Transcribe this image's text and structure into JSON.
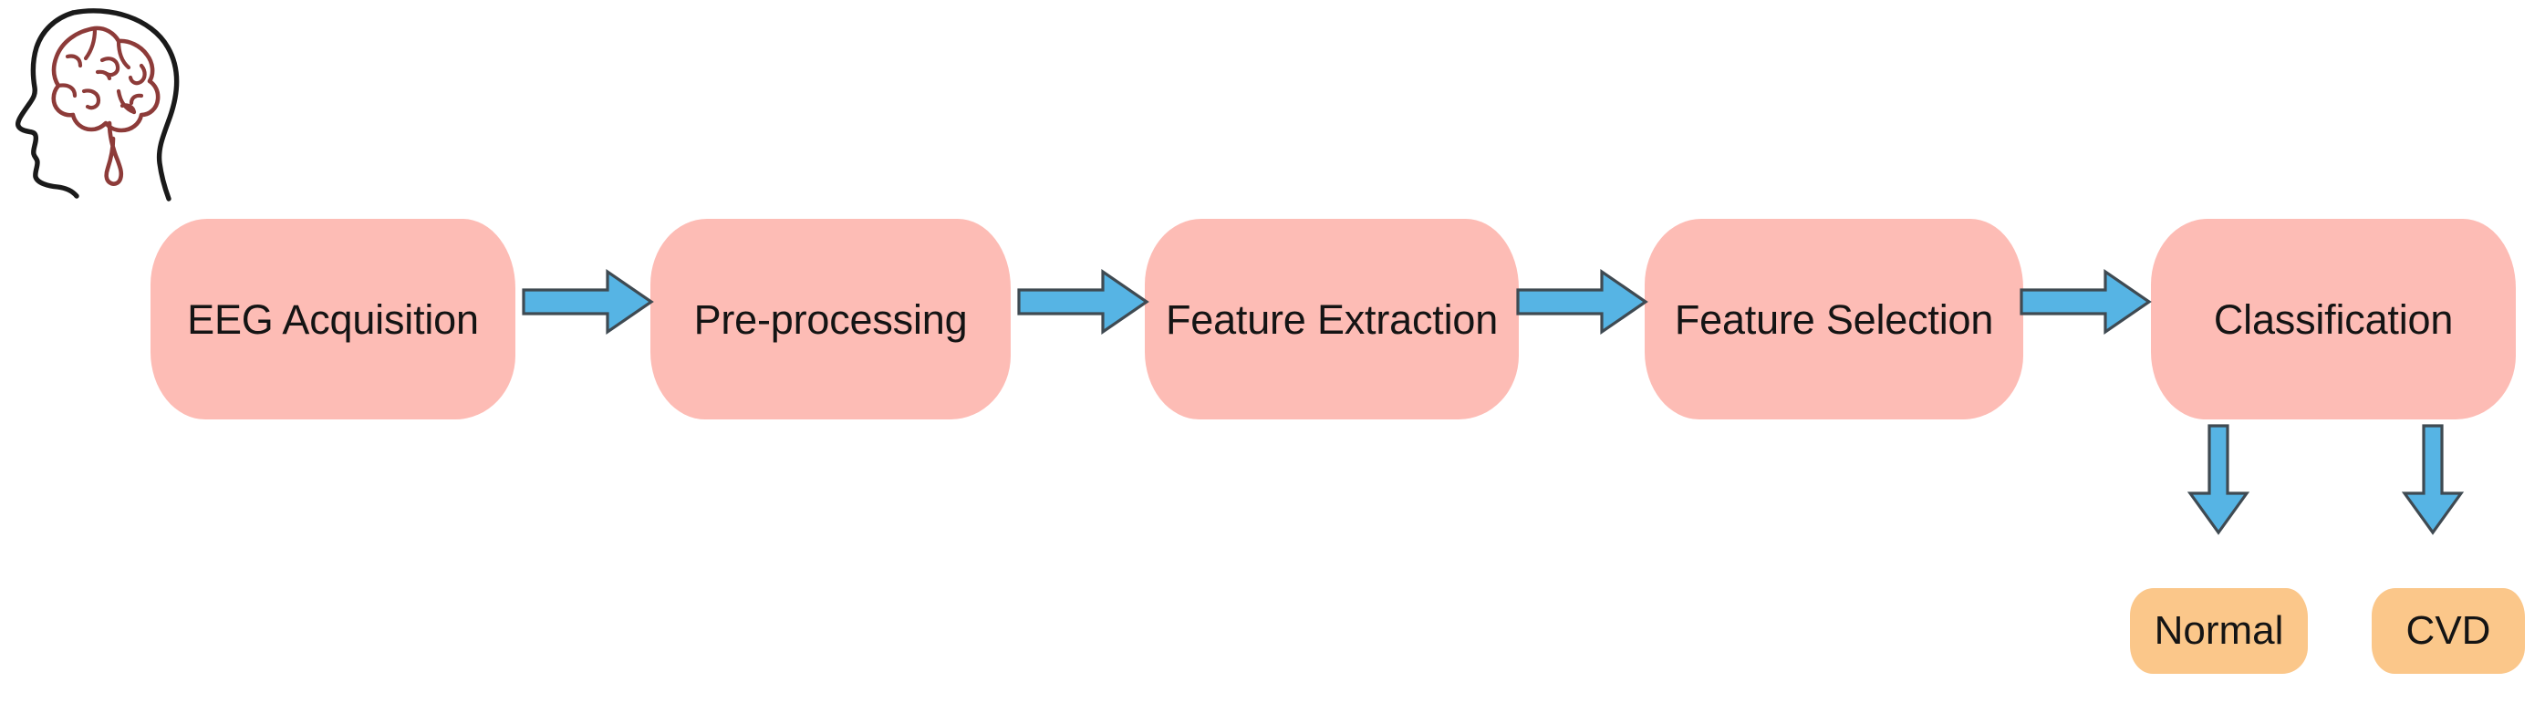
{
  "figure": {
    "type": "flowchart",
    "orientation": "left-to-right pipeline with two terminal branches",
    "background_color": "#ffffff"
  },
  "icon": {
    "name": "head-brain-icon",
    "description": "hand drawn left facing human head profile with brain",
    "head_outline_color": "#1a1a1a",
    "brain_color": "#8d3b39"
  },
  "colors": {
    "stage_fill": "#fdbcb5",
    "outcome_fill": "#fbc78a",
    "arrow_fill": "#56b4e4",
    "arrow_stroke": "#3f4a52",
    "text": "#141414"
  },
  "pipeline": {
    "stages": [
      {
        "id": "eeg-acquisition",
        "label": "EEG Acquisition"
      },
      {
        "id": "pre-processing",
        "label": "Pre-processing"
      },
      {
        "id": "feature-extraction",
        "label": "Feature Extraction"
      },
      {
        "id": "feature-selection",
        "label": "Feature Selection"
      },
      {
        "id": "classification",
        "label": "Classification"
      }
    ],
    "connectors": [
      {
        "id": "arrow-1",
        "from": "eeg-acquisition",
        "to": "pre-processing",
        "direction": "right"
      },
      {
        "id": "arrow-2",
        "from": "pre-processing",
        "to": "feature-extraction",
        "direction": "right"
      },
      {
        "id": "arrow-3",
        "from": "feature-extraction",
        "to": "feature-selection",
        "direction": "right"
      },
      {
        "id": "arrow-4",
        "from": "feature-selection",
        "to": "classification",
        "direction": "right"
      }
    ]
  },
  "outcomes": {
    "items": [
      {
        "id": "normal",
        "label": "Normal"
      },
      {
        "id": "cvd",
        "label": "CVD"
      }
    ],
    "connectors": [
      {
        "id": "arrow-down-normal",
        "from": "classification",
        "to": "normal",
        "direction": "down"
      },
      {
        "id": "arrow-down-cvd",
        "from": "classification",
        "to": "cvd",
        "direction": "down"
      }
    ]
  }
}
